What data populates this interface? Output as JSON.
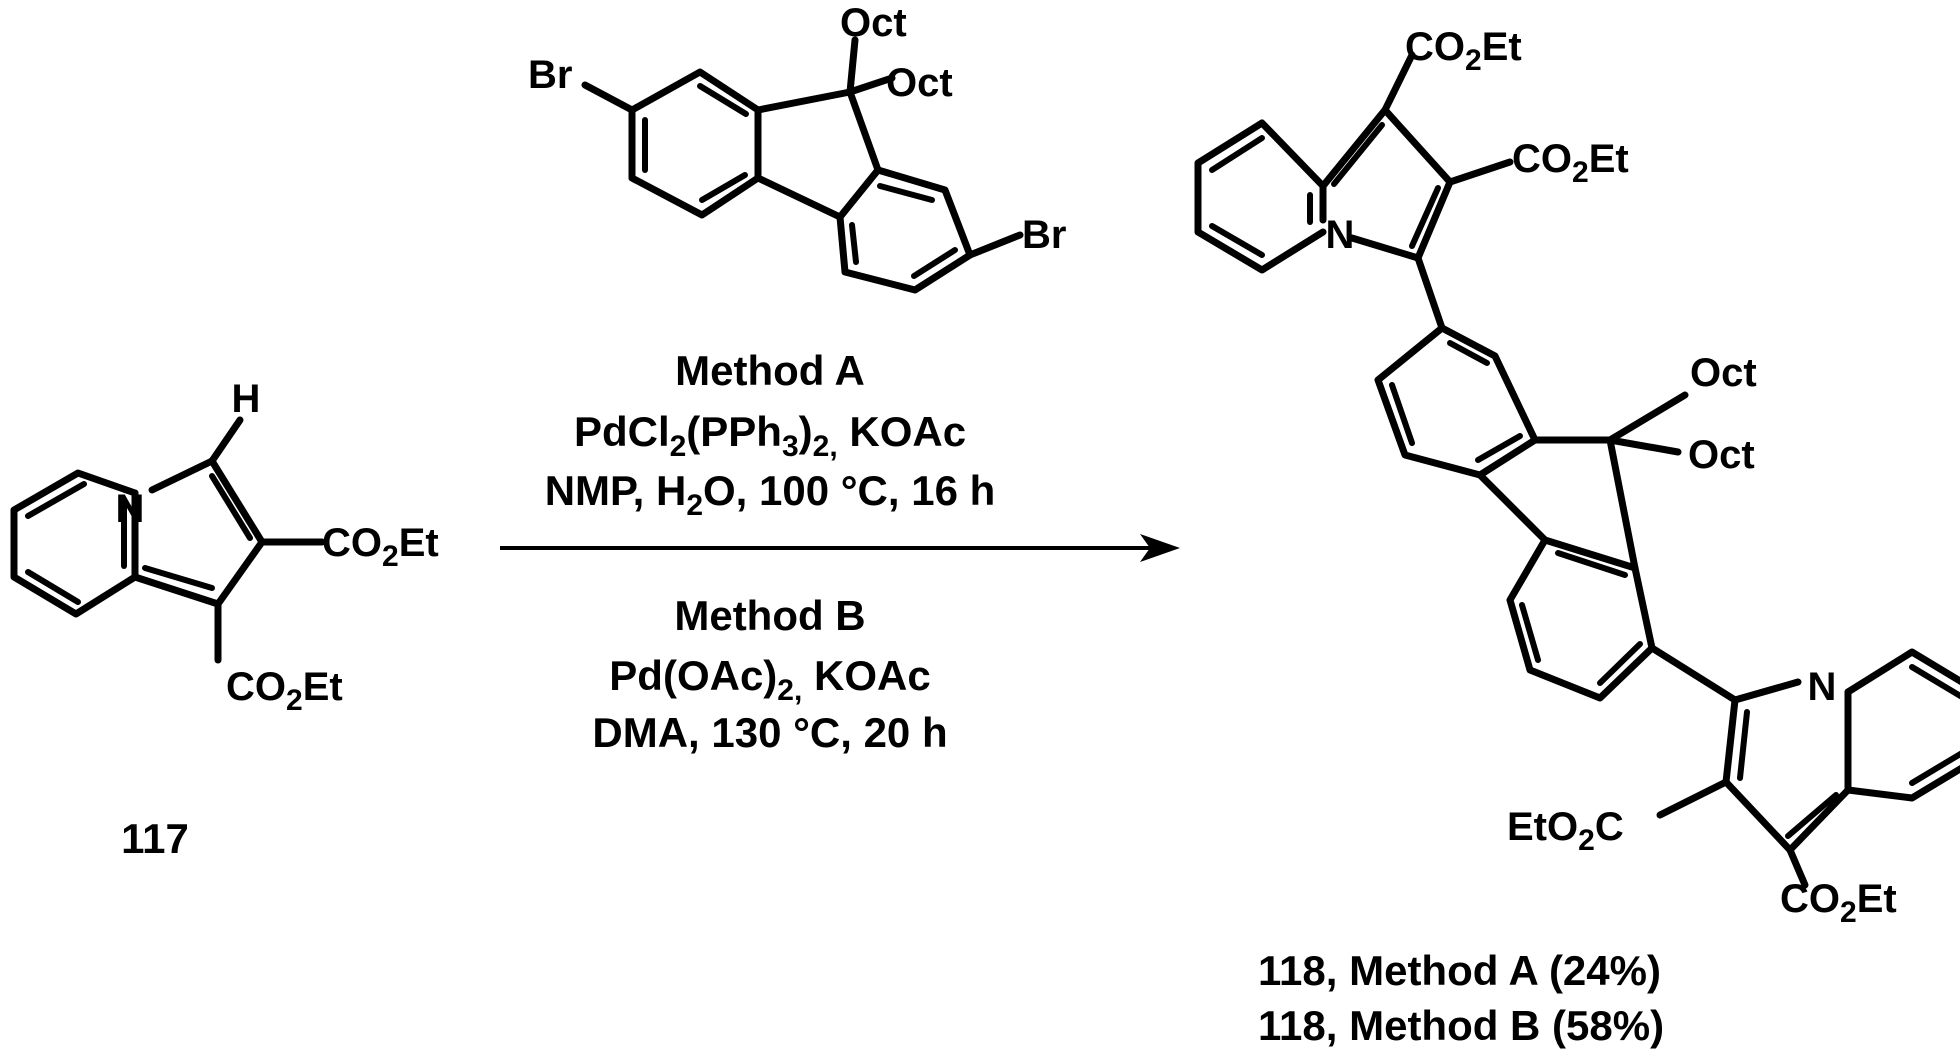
{
  "reactant": {
    "id": "117",
    "h_label": "H",
    "n_label": "N",
    "ester_top": {
      "main": "CO",
      "sub": "2",
      "tail": "Et"
    },
    "ester_bottom": {
      "main": "CO",
      "sub": "2",
      "tail": "Et"
    }
  },
  "reagent_fluorene": {
    "br_left": "Br",
    "br_right": "Br",
    "oct_1": "Oct",
    "oct_2": "Oct"
  },
  "conditions": {
    "method_a_title": "Method A",
    "method_a_cat": {
      "p1": "PdCl",
      "s1": "2",
      "p2": "(PPh",
      "s2": "3",
      "p3": ")",
      "s3": "2,",
      "p4": " KOAc"
    },
    "method_a_solvent": {
      "p1": "NMP, H",
      "s1": "2",
      "p2": "O, 100 °C, 16 h"
    },
    "method_b_title": "Method B",
    "method_b_cat": {
      "p1": "Pd(OAc)",
      "s1": "2,",
      "p2": " KOAc"
    },
    "method_b_solvent": "DMA, 130 °C, 20 h"
  },
  "product": {
    "n_top": "N",
    "n_bottom": "N",
    "ester_1": {
      "main": "CO",
      "sub": "2",
      "tail": "Et"
    },
    "ester_2": {
      "main": "CO",
      "sub": "2",
      "tail": "Et"
    },
    "ester_3": {
      "main": "EtO",
      "sub": "2",
      "tail": "C"
    },
    "ester_4": {
      "main": "CO",
      "sub": "2",
      "tail": "Et"
    },
    "oct_1": "Oct",
    "oct_2": "Oct",
    "yield_a": "118, Method A (24%)",
    "yield_b": "118, Method B  (58%)"
  }
}
